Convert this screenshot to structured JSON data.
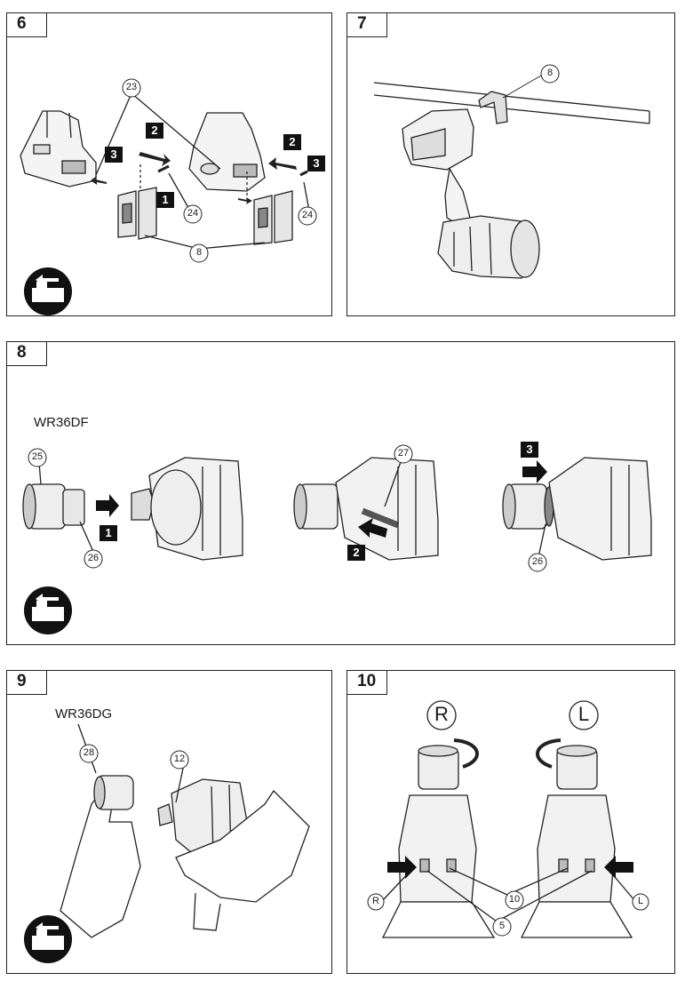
{
  "panels": {
    "p6": {
      "number": "6",
      "callouts": [
        "23",
        "24",
        "24",
        "8"
      ],
      "steps": [
        "2",
        "3",
        "1",
        "2",
        "3"
      ]
    },
    "p7": {
      "number": "7",
      "callouts": [
        "8"
      ]
    },
    "p8": {
      "number": "8",
      "model": "WR36DF",
      "callouts": [
        "25",
        "26",
        "27",
        "26"
      ],
      "steps": [
        "1",
        "2",
        "3"
      ]
    },
    "p9": {
      "number": "9",
      "model": "WR36DG",
      "callouts": [
        "28",
        "12"
      ]
    },
    "p10": {
      "number": "10",
      "big_labels": [
        "R",
        "L"
      ],
      "small_labels": [
        "R",
        "L"
      ],
      "callouts": [
        "10",
        "5"
      ]
    }
  },
  "icons": [
    "remove-battery-icon"
  ]
}
